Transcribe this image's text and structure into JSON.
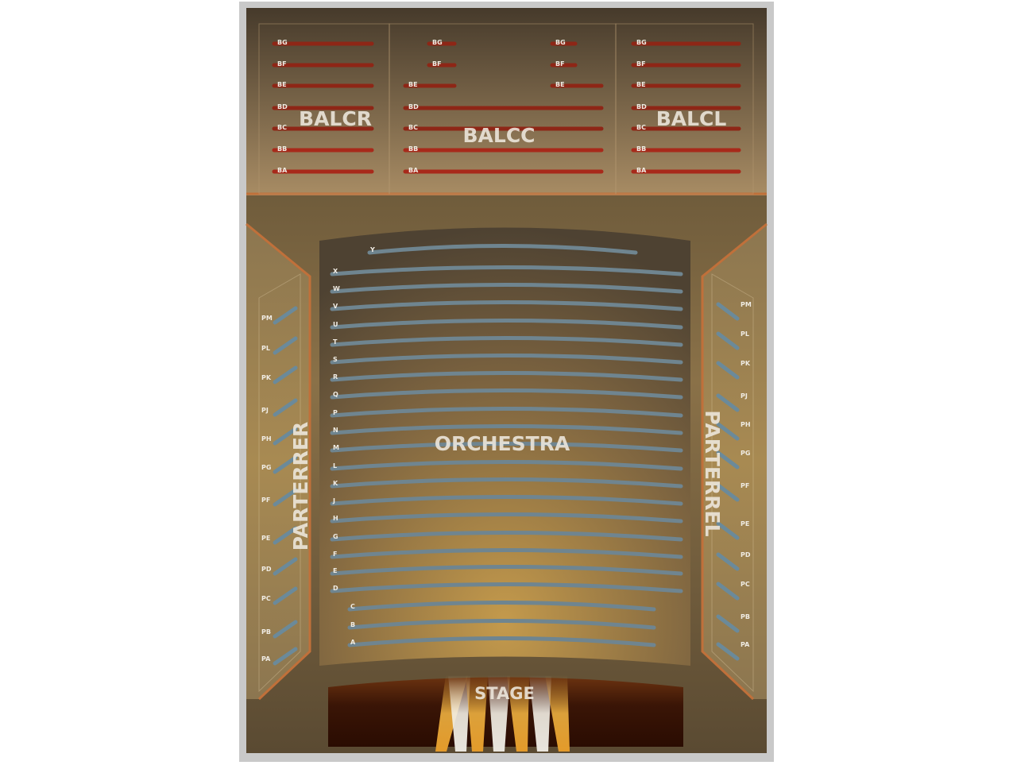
{
  "sections": {
    "balcr": "BALCR",
    "balcc": "BALCC",
    "balcl": "BALCL",
    "orchestra": "ORCHESTRA",
    "parterrer": "PARTERRER",
    "parterrel": "PARTERREL",
    "stage": "STAGE"
  },
  "balcony_rows": [
    "BG",
    "BF",
    "BE",
    "BD",
    "BC",
    "BB",
    "BA"
  ],
  "orchestra_rows": [
    "Y",
    "X",
    "W",
    "V",
    "U",
    "T",
    "S",
    "R",
    "Q",
    "P",
    "N",
    "M",
    "L",
    "K",
    "J",
    "H",
    "G",
    "F",
    "E",
    "D",
    "C",
    "B",
    "A"
  ],
  "parterre_rows": [
    "PM",
    "PL",
    "PK",
    "PJ",
    "PH",
    "PG",
    "PF",
    "PE",
    "PD",
    "PC",
    "PB",
    "PA"
  ],
  "colors": {
    "frame": "#c9c9c9",
    "balcony_row": "#8e2616",
    "orchestra_row": "#6f8590",
    "parterre_row": "#6b8a9a",
    "stage": "#2e1004",
    "accent_border": "#c0703a"
  }
}
